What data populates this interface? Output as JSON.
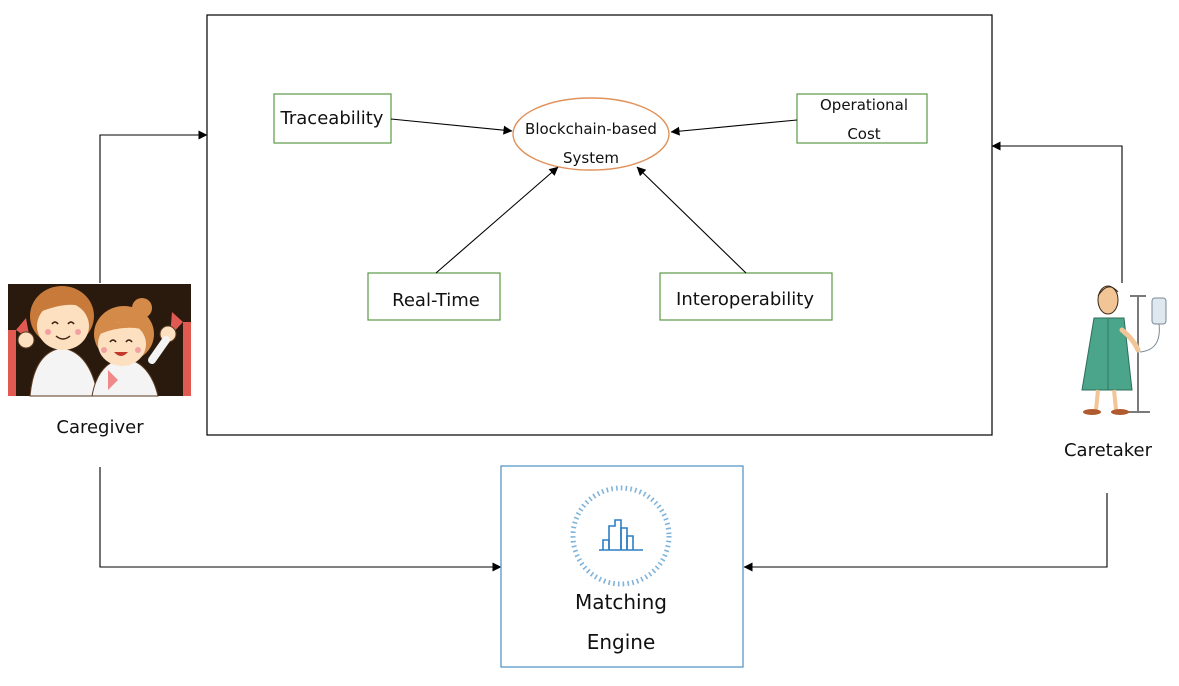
{
  "system": {
    "center_label_line1": "Blockchain-based",
    "center_label_line2": "System"
  },
  "factors": {
    "traceability": "Traceability",
    "operational_cost_line1": "Operational",
    "operational_cost_line2": "Cost",
    "real_time": "Real-Time",
    "interoperability": "Interoperability"
  },
  "actors": {
    "caregiver": "Caregiver",
    "caretaker": "Caretaker"
  },
  "engine": {
    "label_line1": "Matching",
    "label_line2": "Engine",
    "icon": "bar-chart-icon"
  },
  "colors": {
    "factor_border": "#5a9a46",
    "center_ellipse": "#e0925a",
    "engine_border": "#4a8fc0",
    "engine_icon": "#2f7fc4",
    "frame": "#000000",
    "caregiver_bg": "#2a1a0e",
    "curtain": "#e05a52",
    "gown": "#4aa58a"
  }
}
